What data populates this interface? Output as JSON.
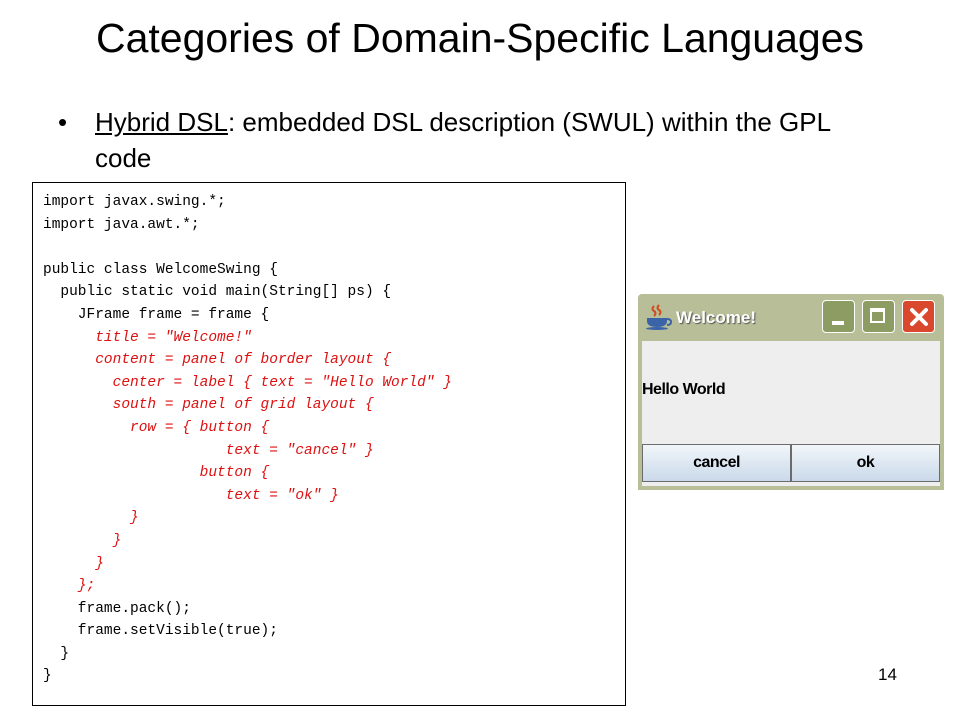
{
  "slide": {
    "title": "Categories of Domain-Specific Languages",
    "bullet": {
      "marker": "•",
      "term": "Hybrid DSL",
      "text": ": embedded DSL description (SWUL) within the GPL code"
    },
    "page_number": "14"
  },
  "code": {
    "lines": [
      {
        "text": "import javax.swing.*;",
        "highlight": false
      },
      {
        "text": "import java.awt.*;",
        "highlight": false
      },
      {
        "text": "",
        "highlight": false
      },
      {
        "text": "public class WelcomeSwing {",
        "highlight": false
      },
      {
        "text": "  public static void main(String[] ps) {",
        "highlight": false
      },
      {
        "text": "    JFrame frame = frame {",
        "highlight": false
      },
      {
        "text": "      title = \"Welcome!\"",
        "highlight": true
      },
      {
        "text": "      content = panel of border layout {",
        "highlight": true
      },
      {
        "text": "        center = label { text = \"Hello World\" }",
        "highlight": true
      },
      {
        "text": "        south = panel of grid layout {",
        "highlight": true
      },
      {
        "text": "          row = { button {",
        "highlight": true
      },
      {
        "text": "                     text = \"cancel\" }",
        "highlight": true
      },
      {
        "text": "                  button {",
        "highlight": true
      },
      {
        "text": "                     text = \"ok\" }",
        "highlight": true
      },
      {
        "text": "          }",
        "highlight": true
      },
      {
        "text": "        }",
        "highlight": true
      },
      {
        "text": "      }",
        "highlight": true
      },
      {
        "text": "    };",
        "highlight": true
      },
      {
        "text": "    frame.pack();",
        "highlight": false
      },
      {
        "text": "    frame.setVisible(true);",
        "highlight": false
      },
      {
        "text": "  }",
        "highlight": false
      },
      {
        "text": "}",
        "highlight": false
      }
    ],
    "highlight_color": "#dd1111"
  },
  "window": {
    "title": "Welcome!",
    "label": "Hello World",
    "buttons": {
      "cancel": "cancel",
      "ok": "ok"
    },
    "icons": {
      "app": "java-coffee-icon",
      "minimize": "minimize-icon",
      "maximize": "maximize-icon",
      "close": "close-icon"
    },
    "colors": {
      "titlebar": "#b7be98",
      "close": "#d9472c",
      "body": "#eeeeee"
    }
  }
}
